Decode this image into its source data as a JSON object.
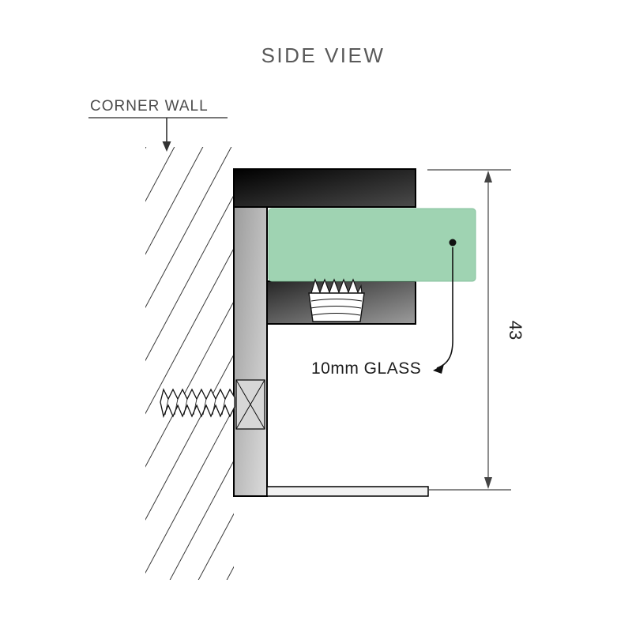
{
  "title": "SIDE VIEW",
  "annotations": {
    "corner_wall": "CORNER WALL",
    "glass": "10mm GLASS",
    "dimension": "43"
  },
  "colors": {
    "heading_text": "#595959",
    "label_text": "#4c4c4c",
    "annotation_text": "#1c1c1c",
    "line": "#000000",
    "glass_green": "#9fd3b2",
    "metal_dark": "#111111",
    "metal_light": "#d6d6d6"
  }
}
